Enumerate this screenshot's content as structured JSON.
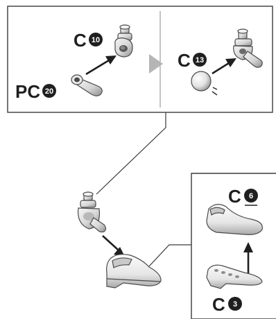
{
  "panels": {
    "top_left": {
      "target_part": {
        "letter": "C",
        "number": "10"
      },
      "source_part": {
        "letter": "PC",
        "number": "20"
      }
    },
    "top_right": {
      "target_part": {
        "letter": "C",
        "number": "13"
      }
    },
    "shoe_box": {
      "upper_part": {
        "letter": "C",
        "number": "6"
      },
      "lower_part": {
        "letter": "C",
        "number": "3"
      }
    }
  },
  "colors": {
    "ink": "#1f1f1f",
    "frame": "#3a3a3a",
    "part_fill": "#e4e4e4",
    "part_shadow": "#a8a8a8",
    "step_triangle": "#b5b5b5"
  }
}
